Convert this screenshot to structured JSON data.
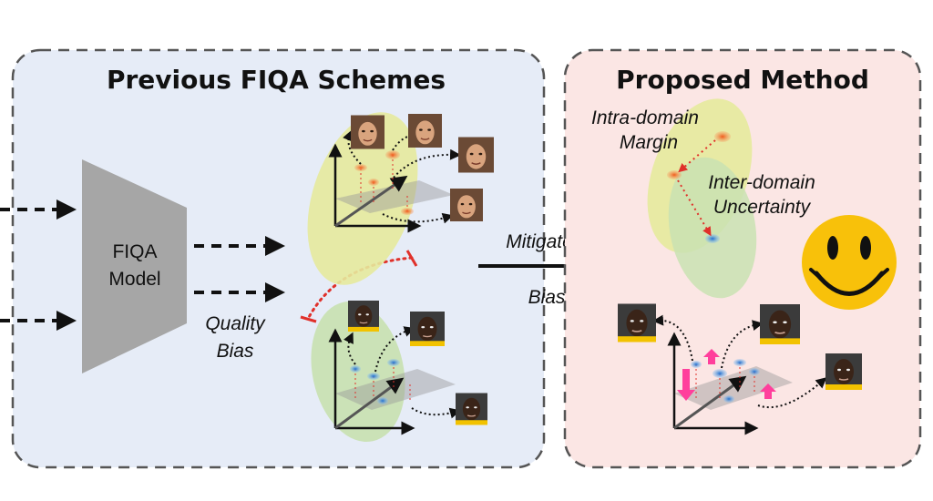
{
  "left_panel": {
    "title": "Previous FIQA Schemes"
  },
  "right_panel": {
    "title": "Proposed Method"
  },
  "model": {
    "line1": "FIQA",
    "line2": "Model"
  },
  "quality_bias": {
    "line1": "Quality",
    "line2": "Bias"
  },
  "mitigate": {
    "line1": "Mitigate",
    "line2": "Bias"
  },
  "intra_domain": {
    "line1": "Intra-domain",
    "line2": "Margin"
  },
  "inter_domain": {
    "line1": "Inter-domain",
    "line2": "Uncertainty"
  },
  "colors": {
    "left_bg": "#e6ecf7",
    "right_bg": "#fbe6e4",
    "yellow_ellipse": "#e6ea9c",
    "green_ellipse": "#c9e2b3",
    "orange_point": "#f07a2e",
    "blue_point": "#3d8fd6",
    "red_dotted": "#e0302a",
    "pink_arrow": "#ff3f9c",
    "smiley": "#f8c10a",
    "model_gray": "#a6a6a6"
  },
  "icons": [
    "face-thumbnail",
    "smiley-icon",
    "dashed-arrow",
    "dotted-curve-arrow",
    "axes-3d"
  ]
}
